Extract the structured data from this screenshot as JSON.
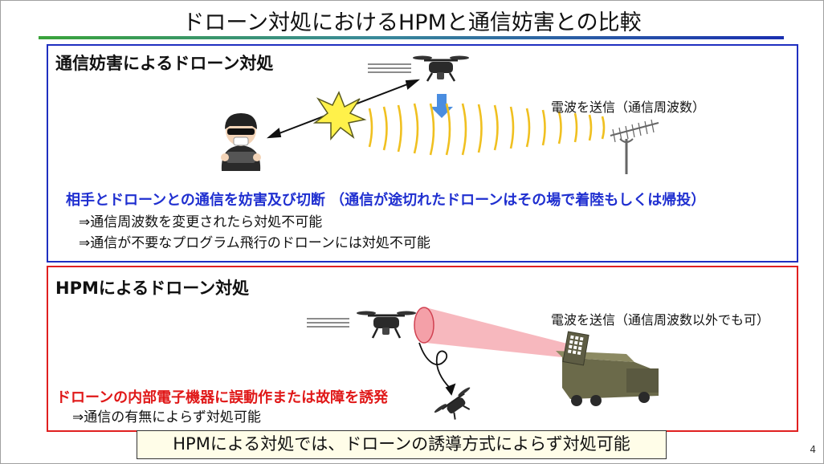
{
  "slide": {
    "title": "ドローン対処におけるHPMと通信妨害との比較",
    "page_number": "4",
    "conclusion": "HPMによる対処では、ドローンの誘導方式によらず対処可能"
  },
  "jamming": {
    "heading": "通信妨害によるドローン対処",
    "wave_label": "電波を送信（通信周波数）",
    "effect": "相手とドローンとの通信を妨害及び切断 （通信が途切れたドローンはその場で着陸もしくは帰投）",
    "results": [
      "⇒通信周波数を変更されたら対処不可能",
      "⇒通信が不要なプログラム飛行のドローンには対処不可能"
    ]
  },
  "hpm": {
    "heading": "HPMによるドローン対処",
    "wave_label": "電波を送信（通信周波数以外でも可）",
    "effect": "ドローンの内部電子機器に誤動作または故障を誘発",
    "results": [
      "⇒通信の有無によらず対処可能"
    ]
  },
  "colors": {
    "jam_border": "#1f2fc0",
    "hpm_border": "#e02020",
    "jam_effect": "#1f2fd0",
    "hpm_effect": "#e01818",
    "wave": "#f0c020",
    "beam": "#f4a0a8",
    "conclusion_bg": "#fffde8"
  },
  "icons": [
    "drone-icon",
    "operator-icon",
    "antenna-icon",
    "hpm-vehicle-icon",
    "jamming-burst-icon",
    "down-arrow-icon"
  ]
}
